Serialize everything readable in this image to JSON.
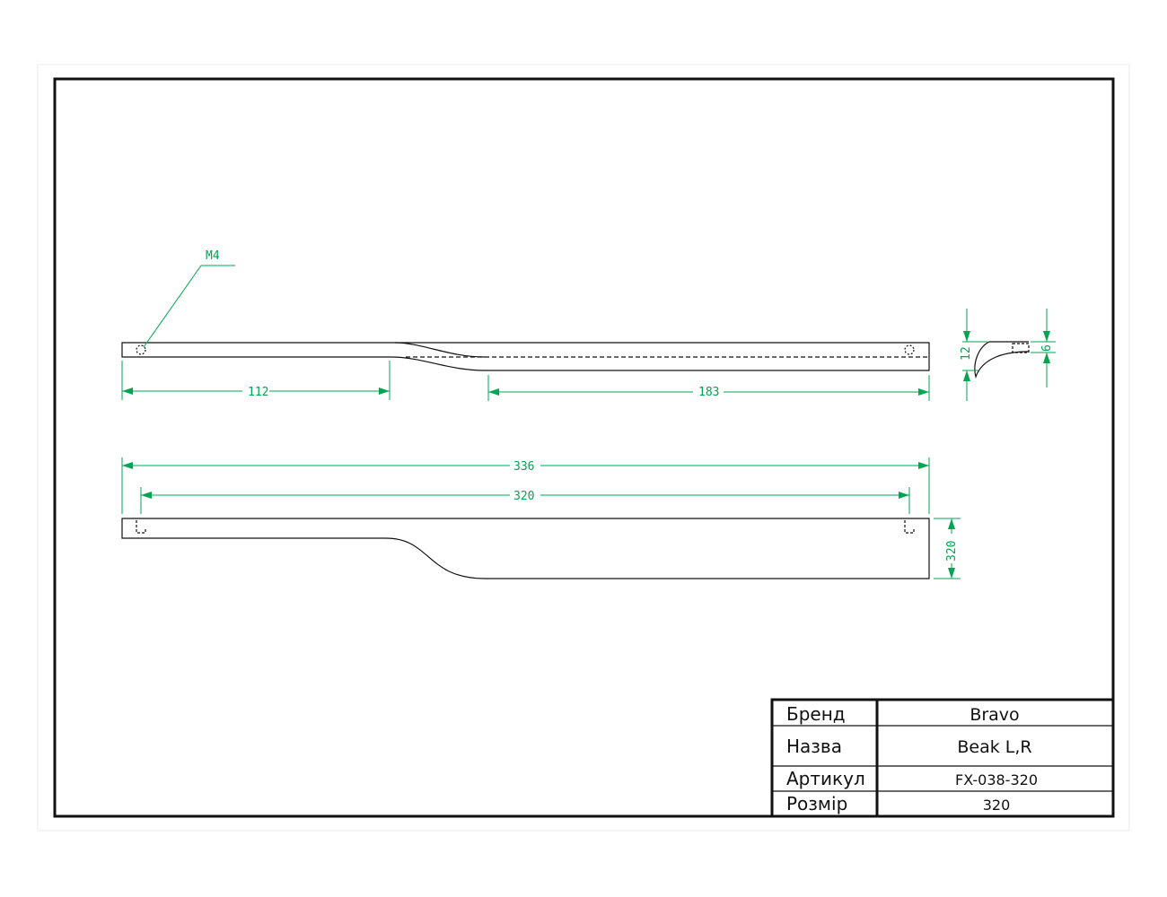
{
  "drawing": {
    "annotations": {
      "thread": "M4"
    },
    "dimensions": {
      "d112": "112",
      "d183": "183",
      "d336": "336",
      "d320_length": "320",
      "d320_height": "320",
      "d12": "12",
      "d6": "6"
    }
  },
  "title_block": {
    "rows": [
      {
        "label": "Бренд",
        "value": "Bravo"
      },
      {
        "label": "Назва",
        "value": "Beak L,R"
      },
      {
        "label": "Артикул",
        "value": "FX-038-320"
      },
      {
        "label": "Розмір",
        "value": "320"
      }
    ]
  },
  "colors": {
    "dimension": "#00a550",
    "outline": "#111111",
    "frame": "#111111"
  }
}
